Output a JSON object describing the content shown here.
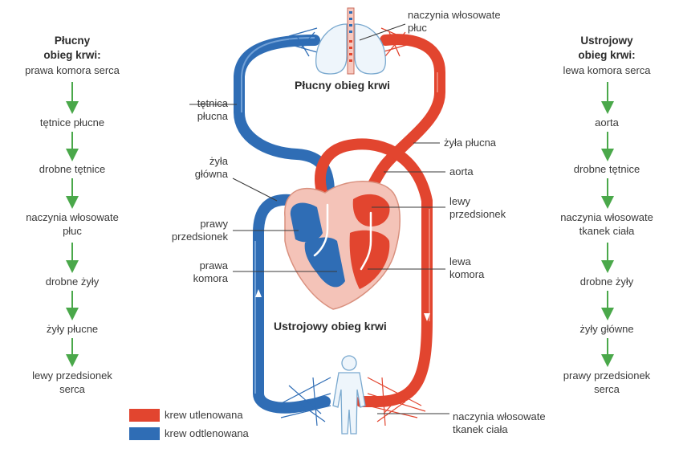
{
  "left_column": {
    "title_line1": "Płucny",
    "title_line2": "obieg krwi:",
    "steps": [
      "prawa komora serca",
      "tętnice płucne",
      "drobne tętnice",
      "naczynia włosowate\npłuc",
      "drobne żyły",
      "żyły płucne",
      "lewy przedsionek\nserca"
    ]
  },
  "right_column": {
    "title_line1": "Ustrojowy",
    "title_line2": "obieg krwi:",
    "steps": [
      "lewa komora serca",
      "aorta",
      "drobne tętnice",
      "naczynia włosowate\ntkanek ciała",
      "drobne żyły",
      "żyły główne",
      "prawy przedsionek\nserca"
    ]
  },
  "diagram": {
    "pulmonary_title": "Płucny obieg krwi",
    "systemic_title": "Ustrojowy obieg krwi",
    "labels": {
      "lung_capillaries": "naczynia włosowate\npłuc",
      "pulmonary_artery": "tętnica\npłucna",
      "vena_cava": "żyła\ngłówna",
      "right_atrium": "prawy\nprzedsionek",
      "right_ventricle": "prawa\nkomora",
      "pulmonary_vein": "żyła płucna",
      "aorta": "aorta",
      "left_atrium": "lewy\nprzedsionek",
      "left_ventricle": "lewa\nkomora",
      "tissue_capillaries": "naczynia włosowate\ntkanek ciała"
    }
  },
  "legend": {
    "oxygenated": "krew utlenowana",
    "deoxygenated": "krew odtlenowana"
  },
  "colors": {
    "red": "#e2452f",
    "blue": "#2f6db5",
    "arrow_green": "#4aa84a",
    "heart_pink": "#f4c3b8"
  }
}
